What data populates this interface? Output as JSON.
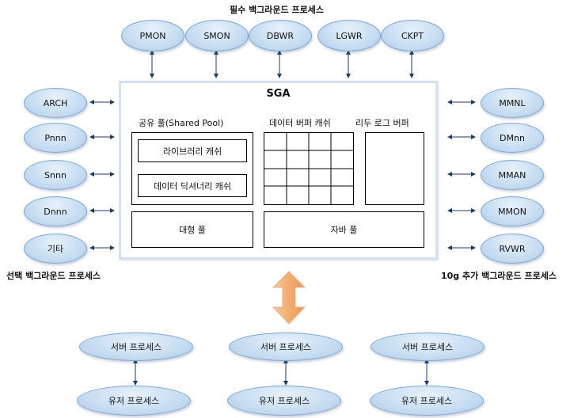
{
  "titles": {
    "required": "필수 백그라운드 프로세스",
    "optional": "선택 백그라운드 프로세스",
    "added10g": "10g 추가 백그라운드 프로세스"
  },
  "required_processes": [
    "PMON",
    "SMON",
    "DBWR",
    "LGWR",
    "CKPT"
  ],
  "optional_processes": [
    "ARCH",
    "Pnnn",
    "Snnn",
    "Dnnn",
    "기타"
  ],
  "added_processes": [
    "MMNL",
    "DMnn",
    "MMAN",
    "MMON",
    "RVWR"
  ],
  "sga": {
    "title": "SGA",
    "shared_pool": {
      "label": "공유 풀(Shared Pool)",
      "library_cache": "라이브러리 캐쉬",
      "dictionary_cache": "데이터 딕셔너리 캐쉬"
    },
    "buffer_cache": "데이터 버퍼 캐쉬",
    "redo_log_buffer": "리두 로그 버퍼",
    "large_pool": "대형 풀",
    "java_pool": "자바 풀"
  },
  "server_process": "서버 프로세스",
  "user_process": "유저 프로세스",
  "colors": {
    "ellipse_fill": "#c6dcf1",
    "ellipse_border": "#7fa4cf",
    "sga_border": "#d5e1ef",
    "arrow": "#f3b27a"
  }
}
